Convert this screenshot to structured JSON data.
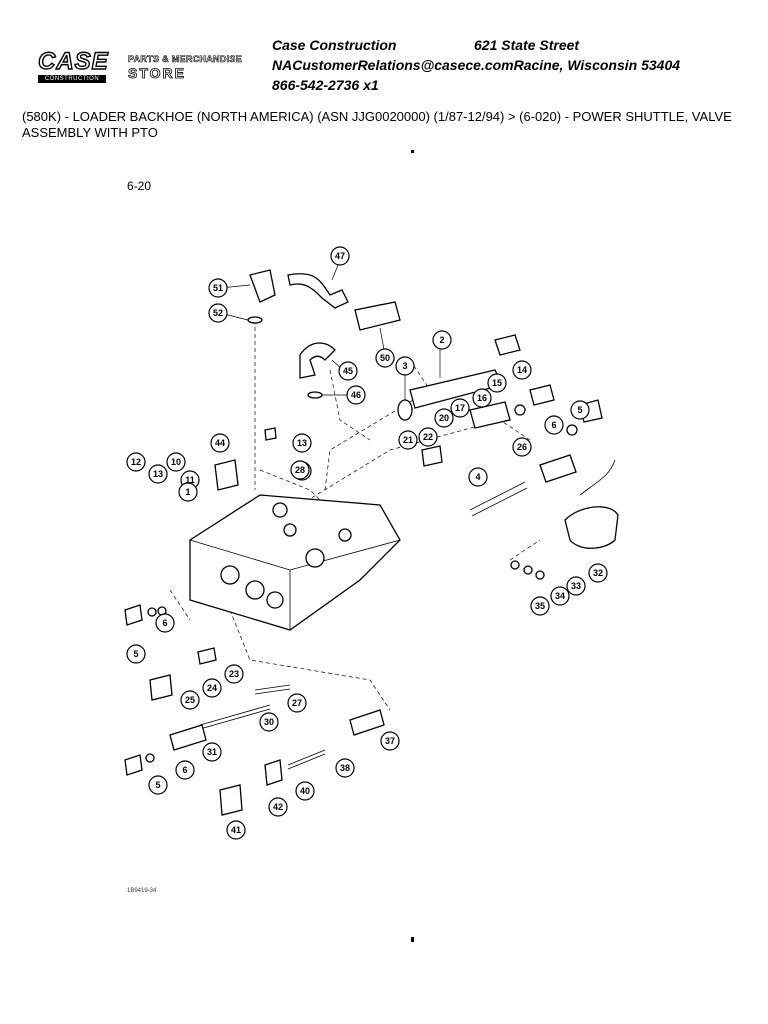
{
  "logo": {
    "brand": "CASE",
    "brand_sub": "CONSTRUCTION",
    "store_line1": "PARTS & MERCHANDISE",
    "store_line2": "STORE"
  },
  "contact": {
    "company": "Case Construction",
    "street": "621 State Street",
    "email_city": "NACustomerRelations@casece.comRacine, Wisconsin 53404",
    "phone": "866-542-2736 x1"
  },
  "breadcrumb": "(580K) - LOADER BACKHOE (NORTH AMERICA) (ASN JJG0020000) (1/87-12/94) > (6-020) - POWER SHUTTLE, VALVE ASSEMBLY WITH PTO",
  "figure": {
    "label": "6-20",
    "ref": "1B9419-34",
    "callouts": [
      "47",
      "51",
      "52",
      "50",
      "2",
      "45",
      "46",
      "3",
      "15",
      "14",
      "5",
      "12",
      "13",
      "44",
      "17",
      "16",
      "20",
      "6",
      "22",
      "21",
      "26",
      "12",
      "13",
      "10",
      "11",
      "1",
      "28",
      "4",
      "6",
      "32",
      "33",
      "34",
      "35",
      "5",
      "23",
      "24",
      "25",
      "27",
      "30",
      "37",
      "31",
      "6",
      "5",
      "38",
      "40",
      "42",
      "41"
    ]
  }
}
